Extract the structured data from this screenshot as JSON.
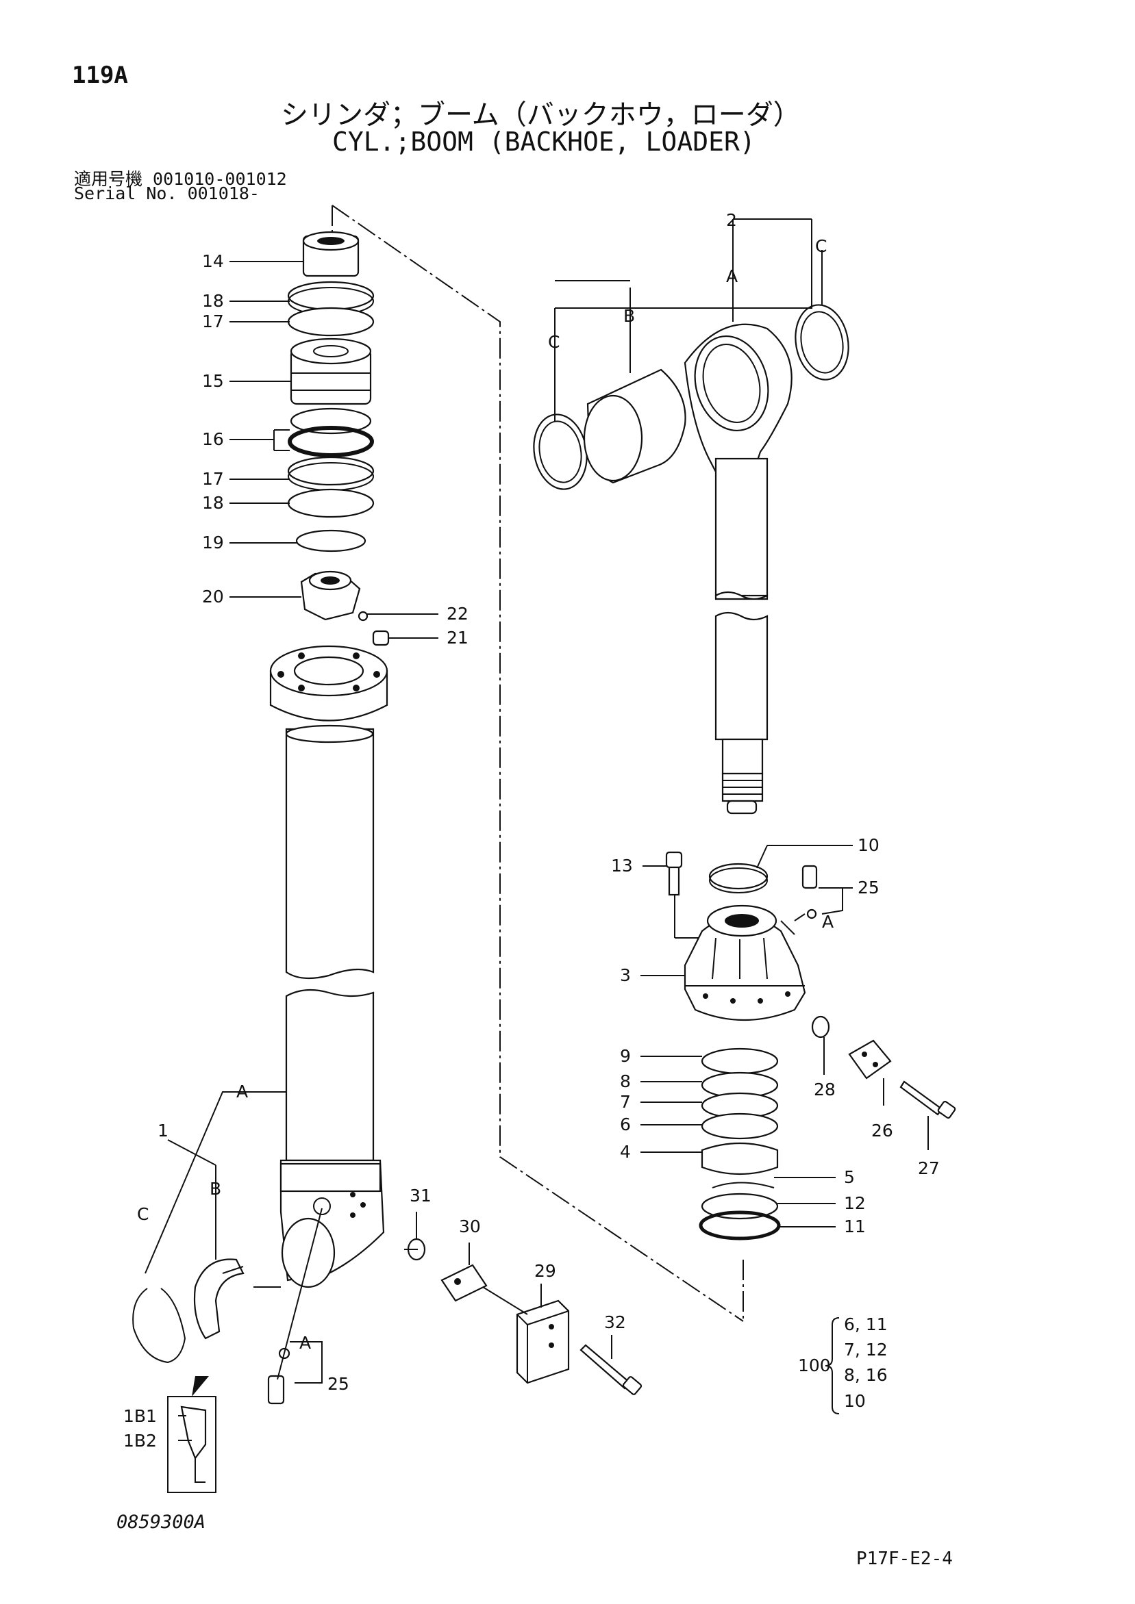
{
  "header": {
    "page_code": "119A",
    "title_jp": "シリンダ；ブーム（バックホウ，ローダ）",
    "title_en": "CYL.;BOOM (BACKHOE, LOADER)",
    "serial_jp": "適用号機 001010-001012",
    "serial_en": "Serial No. 001018-"
  },
  "footer": {
    "drawing_no": "0859300A",
    "sheet_code": "P17F-E2-4"
  },
  "callouts": {
    "p1": "1",
    "p2": "2",
    "p3": "3",
    "p4": "4",
    "p5": "5",
    "p6": "6",
    "p7": "7",
    "p8": "8",
    "p9": "9",
    "p10": "10",
    "p11": "11",
    "p12": "12",
    "p13": "13",
    "p14": "14",
    "p15": "15",
    "p16": "16",
    "p17": "17",
    "p18": "18",
    "p19": "19",
    "p20": "20",
    "p21": "21",
    "p22": "22",
    "p25": "25",
    "p26": "26",
    "p27": "27",
    "p28": "28",
    "p29": "29",
    "p30": "30",
    "p31": "31",
    "p32": "32",
    "A": "A",
    "B": "B",
    "C": "C",
    "b1": "1B1",
    "b2": "1B2"
  },
  "kit": {
    "number": "100",
    "lines": [
      "6, 11",
      "7, 12",
      "8, 16",
      "10"
    ]
  }
}
